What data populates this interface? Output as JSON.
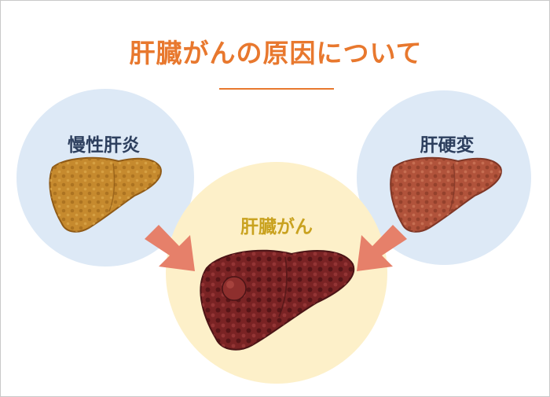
{
  "title": "肝臓がんの原因について",
  "nodes": {
    "hepatitis": {
      "label": "慢性肝炎"
    },
    "cirrhosis": {
      "label": "肝硬変"
    },
    "cancer": {
      "label": "肝臓がん"
    }
  },
  "colors": {
    "title": "#e8782e",
    "label_dark": "#2d3f5e",
    "label_gold": "#c9a21f",
    "circle_blue": "#dde9f6",
    "circle_yellow": "#fdf0c9",
    "arrow": "#e6806a",
    "liver_hepatitis": "#c68a2e",
    "liver_cirrhosis": "#b1533b",
    "liver_cancer": "#7a2324"
  }
}
